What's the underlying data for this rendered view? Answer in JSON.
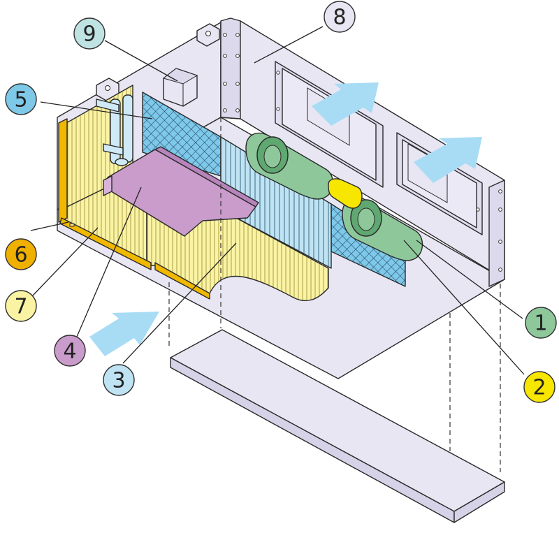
{
  "colors": {
    "casing": "#e8e6f3",
    "casing_dark": "#d6d3e8",
    "fan": "#8ec89a",
    "motor": "#f7e600",
    "coil": "#bfe3f2",
    "filter": "#7ec8e8",
    "drain_pan": "#c99ccb",
    "insulation": "#f9f3a3",
    "insulation_frame": "#f0b800",
    "airflow": "#a8dcf5",
    "pipe": "#cfe9f6"
  },
  "callouts": [
    {
      "id": "1",
      "text": "1",
      "color": "#8ec89a",
      "part": "fan"
    },
    {
      "id": "2",
      "text": "2",
      "color": "#f7e600",
      "part": "motor"
    },
    {
      "id": "3",
      "text": "3",
      "color": "#bfe3f2",
      "part": "coil"
    },
    {
      "id": "4",
      "text": "4",
      "color": "#c99ccb",
      "part": "drain-pan"
    },
    {
      "id": "5",
      "text": "5",
      "color": "#7ec8e8",
      "part": "filter"
    },
    {
      "id": "6",
      "text": "6",
      "color": "#f0b000",
      "part": "insulation-frame"
    },
    {
      "id": "7",
      "text": "7",
      "color": "#f9f3a3",
      "part": "insulation"
    },
    {
      "id": "8",
      "text": "8",
      "color": "#e8e6f3",
      "part": "casing"
    },
    {
      "id": "9",
      "text": "9",
      "color": "#bfe3e3",
      "part": "control-box"
    }
  ]
}
